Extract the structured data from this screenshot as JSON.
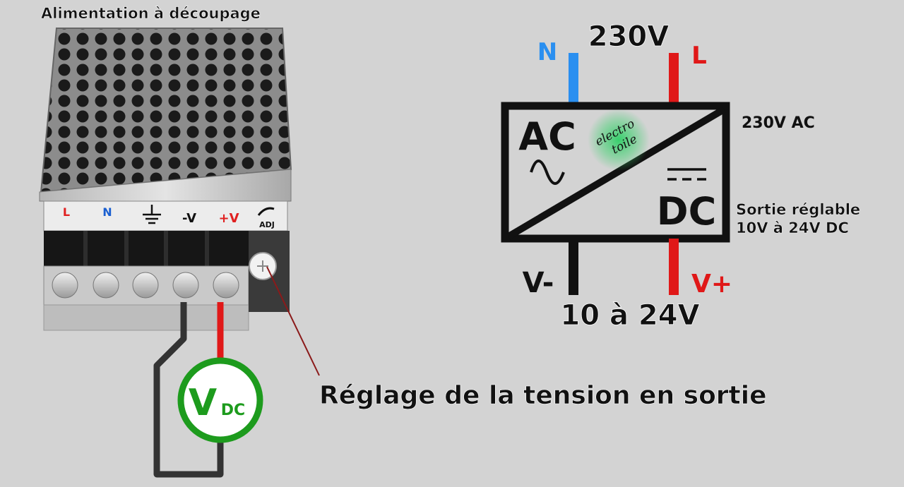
{
  "psu": {
    "title": "Alimentation à découpage",
    "terminals": [
      {
        "label": "L",
        "color": "#e02020"
      },
      {
        "label": "N",
        "color": "#1a5fd0"
      },
      {
        "label": "",
        "color": "#111111"
      },
      {
        "label": "-V",
        "color": "#111111"
      },
      {
        "label": "+V",
        "color": "#e02020"
      }
    ],
    "adj_label": "ADJ"
  },
  "meter": {
    "main": "V",
    "sub": "DC",
    "color": "#1d9b1d"
  },
  "adjust_label": "Réglage de la tension en sortie",
  "schematic": {
    "input_voltage": "230V",
    "neutral": "N",
    "live": "L",
    "ac": "AC",
    "dc": "DC",
    "watermark_line1": "electro",
    "watermark_line2": "toile",
    "input_desc": "230V AC",
    "output_desc_line1": "Sortie réglable",
    "output_desc_line2": "10V à 24V DC",
    "v_minus": "V-",
    "v_plus": "V+",
    "output_range": "10 à 24V",
    "colors": {
      "neutral": "#2a8ff0",
      "live": "#e01818",
      "black": "#111111"
    }
  }
}
